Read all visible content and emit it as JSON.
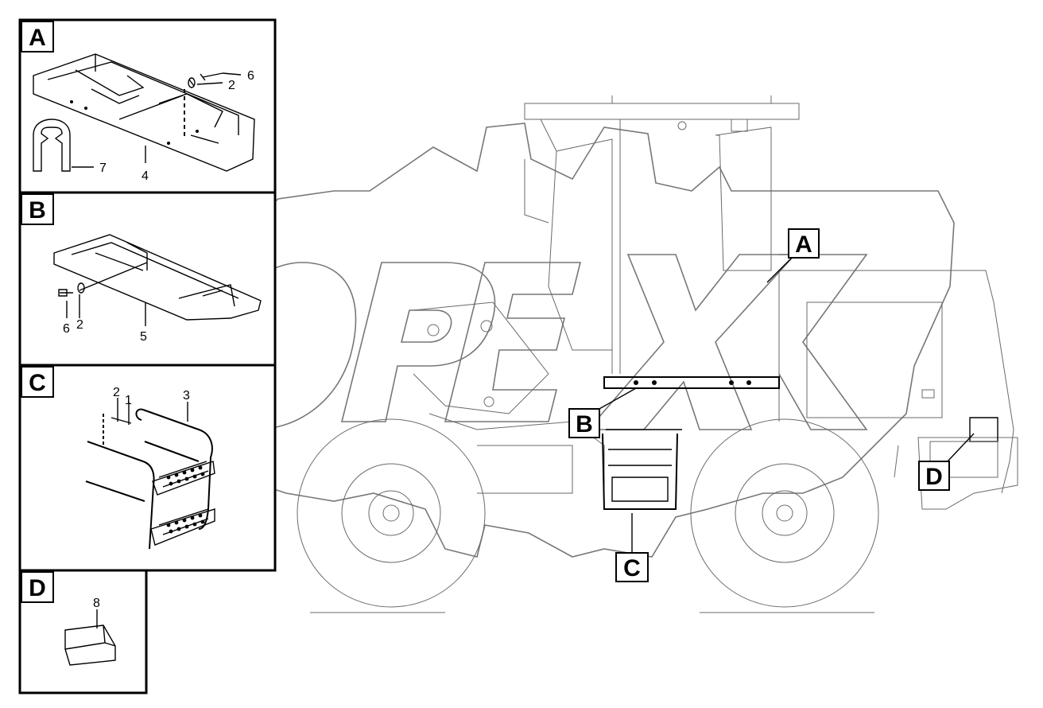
{
  "callouts": {
    "a": "A",
    "b": "B",
    "c": "C",
    "d": "D"
  },
  "panels": {
    "a": {
      "letter": "A",
      "parts": {
        "p6": "6",
        "p2": "2",
        "p7": "7",
        "p4": "4"
      }
    },
    "b": {
      "letter": "B",
      "parts": {
        "p6": "6",
        "p2": "2",
        "p5": "5"
      }
    },
    "c": {
      "letter": "C",
      "parts": {
        "p2": "2",
        "p1": "1",
        "p3": "3"
      }
    },
    "d": {
      "letter": "D",
      "parts": {
        "p8": "8"
      }
    }
  }
}
